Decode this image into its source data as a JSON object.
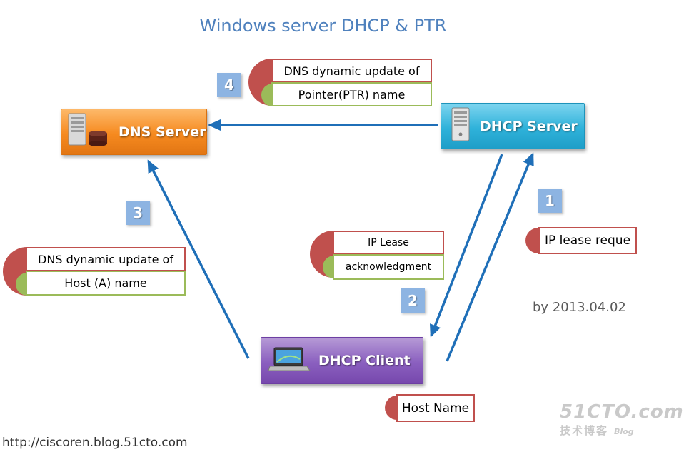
{
  "title": "Windows server DHCP & PTR",
  "nodes": {
    "dns_server": "DNS Server",
    "dhcp_server": "DHCP Server",
    "dhcp_client": "DHCP Client"
  },
  "steps": [
    "1",
    "2",
    "3",
    "4"
  ],
  "messages": {
    "ptr_update": {
      "line1": "DNS dynamic update of",
      "line2": "Pointer(PTR) name"
    },
    "host_update": {
      "line1": "DNS dynamic update of",
      "line2": "Host (A) name"
    },
    "lease_ack": {
      "line1": "IP Lease",
      "line2": "acknowledgment"
    },
    "lease_request": "IP lease reque",
    "host_name": "Host Name"
  },
  "byline": "by 2013.04.02",
  "source_url": "http://ciscoren.blog.51cto.com",
  "watermark": {
    "main": "51CTO.com",
    "sub": "技术博客",
    "blog": "Blog"
  },
  "colors": {
    "title": "#4f81bd",
    "arrow": "#1f6fb8",
    "dns_node": "#f68a1f",
    "dhcp_server_node": "#2fb2da",
    "dhcp_client_node": "#8a5fbf",
    "step_badge": "#8db4e2",
    "message_red": "#c0504d",
    "message_green": "#9bbb59"
  },
  "icons": {
    "dns_server": "server-database-icon",
    "dhcp_server": "server-tower-icon",
    "dhcp_client": "laptop-icon"
  }
}
